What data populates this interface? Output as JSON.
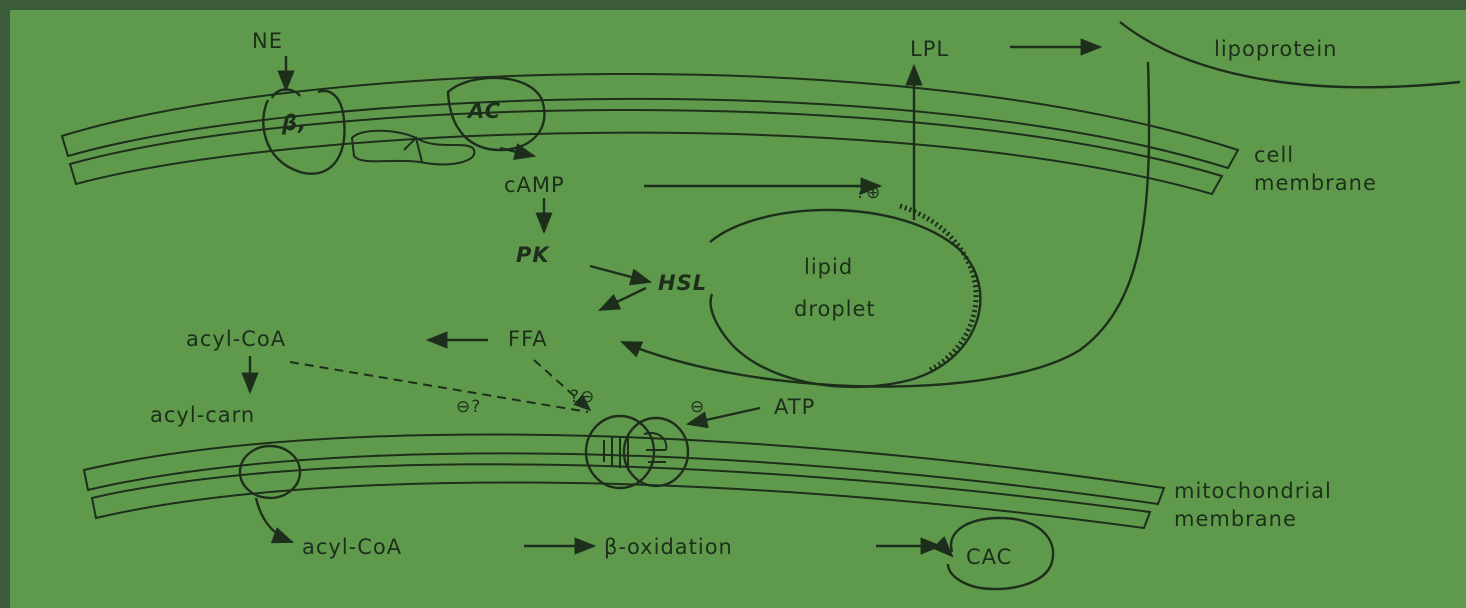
{
  "labels": {
    "ne": "NE",
    "beta1": "β,",
    "ac": "AC",
    "lpl": "LPL",
    "lipoprotein": "lipoprotein",
    "cell_membrane_1": "cell",
    "cell_membrane_2": "membrane",
    "camp": "cAMP",
    "q_plus_top": "?⊕",
    "pk": "PK",
    "hsl": "HSL",
    "lipid_1": "lipid",
    "lipid_2": "droplet",
    "acyl_coa_top": "acyl-CoA",
    "ffa": "FFA",
    "minus_q": "⊖?",
    "q_minus": "?⊖",
    "minus_atp": "⊖",
    "atp": "ATP",
    "acyl_carn": "acyl-carn",
    "mito_1": "mitochondrial",
    "mito_2": "membrane",
    "acyl_coa_bottom": "acyl-CoA",
    "beta_ox": "β-oxidation",
    "cac": "CAC"
  },
  "colors": {
    "background": "#5f9a4c",
    "frame": "#3b5b3a",
    "ink": "#1d2e1b"
  }
}
